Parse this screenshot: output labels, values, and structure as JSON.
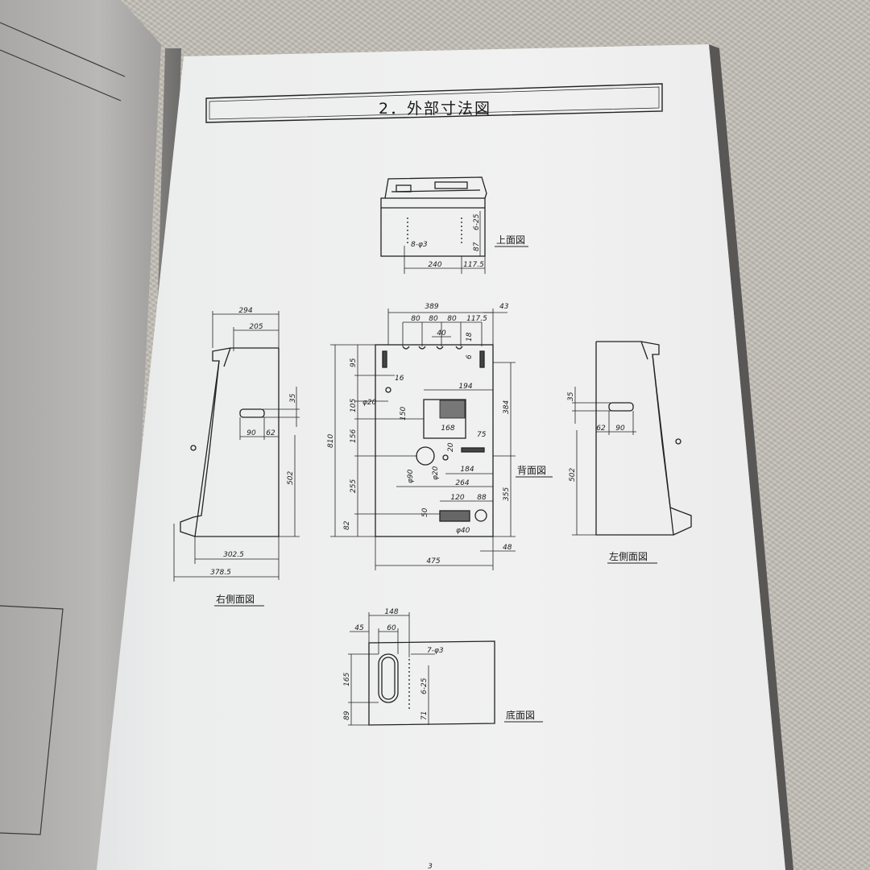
{
  "page": {
    "section_title": "2．外部寸法図",
    "page_number": "3"
  },
  "views": {
    "top": {
      "label": "上面図",
      "dims": [
        "8-φ3",
        "240",
        "117.5",
        "6-25",
        "87"
      ]
    },
    "back": {
      "label": "背面図",
      "dims": [
        "389",
        "43",
        "80",
        "80",
        "80",
        "117.5",
        "40",
        "18",
        "6",
        "95",
        "16",
        "φ20",
        "105",
        "150",
        "168",
        "194",
        "384",
        "810",
        "156",
        "75",
        "20",
        "184",
        "φ90",
        "φ20",
        "264",
        "255",
        "120",
        "88",
        "355",
        "50",
        "82",
        "φ40",
        "475",
        "48"
      ]
    },
    "right_side": {
      "label": "右側面図",
      "dims": [
        "294",
        "205",
        "35",
        "90",
        "62",
        "502",
        "302.5",
        "378.5"
      ]
    },
    "left_side": {
      "label": "左側面図",
      "dims": [
        "35",
        "62",
        "90",
        "502"
      ]
    },
    "bottom": {
      "label": "底面図",
      "dims": [
        "148",
        "45",
        "60",
        "7-φ3",
        "165",
        "6-25",
        "89",
        "71"
      ]
    }
  }
}
